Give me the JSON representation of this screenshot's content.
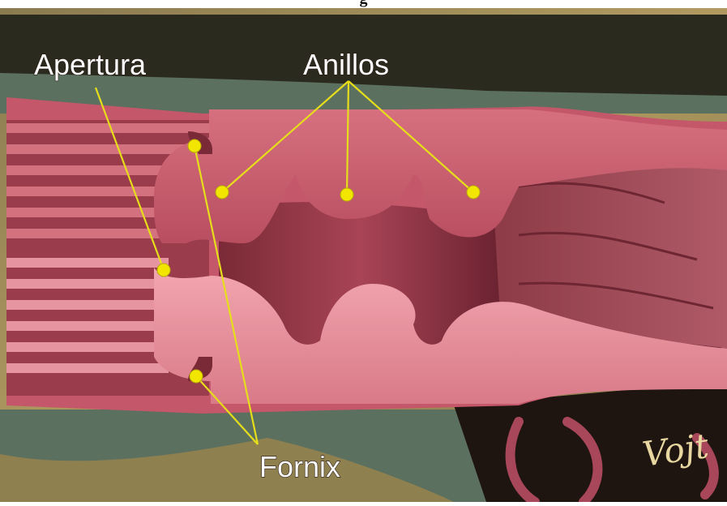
{
  "figure": {
    "title_fragment": "g",
    "labels": {
      "apertura": "Apertura",
      "anillos": "Anillos",
      "fornix": "Fornix"
    },
    "signature": "Vojt"
  },
  "colors": {
    "marker": "#f2e600",
    "leader_line": "#e6de1a",
    "tissue_cut": "#c85a6c",
    "tissue_light": "#e8929e",
    "background_dark": "#241a14"
  }
}
